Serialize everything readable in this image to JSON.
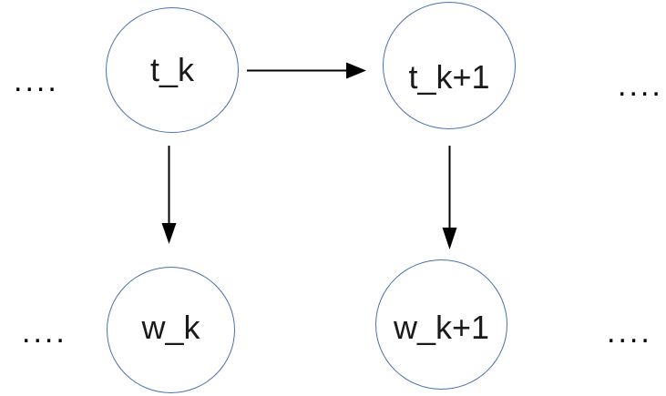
{
  "diagram": {
    "title": "markov-chain-tag-word-diagram",
    "colors": {
      "background": "#ffffff",
      "node_stroke": "#4a6fae",
      "arrow": "#000000",
      "text": "#1a1a1a"
    },
    "nodes": [
      {
        "id": "t_k",
        "label": "t_k",
        "role": "hidden-state"
      },
      {
        "id": "t_k+1",
        "label": "t_k+1",
        "role": "hidden-state"
      },
      {
        "id": "w_k",
        "label": "w_k",
        "role": "observation"
      },
      {
        "id": "w_k+1",
        "label": "w_k+1",
        "role": "observation"
      }
    ],
    "edges": [
      {
        "from": "t_k",
        "to": "t_k+1",
        "direction": "right"
      },
      {
        "from": "t_k",
        "to": "w_k",
        "direction": "down"
      },
      {
        "from": "t_k+1",
        "to": "w_k+1",
        "direction": "down"
      }
    ],
    "ellipses": [
      {
        "id": "top-left",
        "text": "...."
      },
      {
        "id": "top-right",
        "text": "...."
      },
      {
        "id": "bottom-left",
        "text": "...."
      },
      {
        "id": "bottom-right",
        "text": "...."
      }
    ]
  }
}
